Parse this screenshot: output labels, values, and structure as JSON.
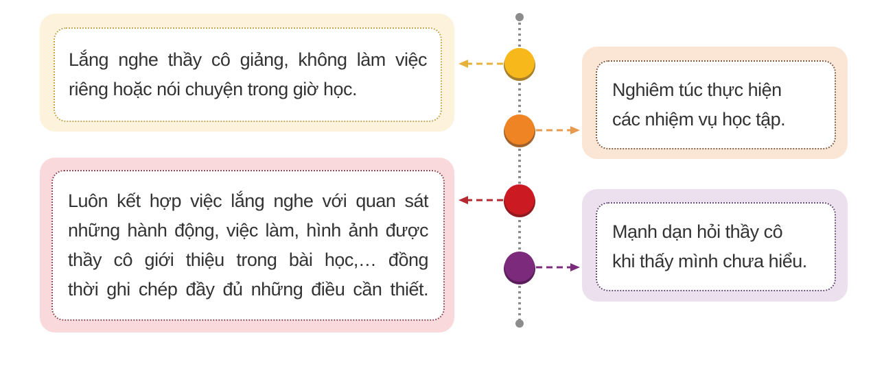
{
  "items": [
    {
      "text_lines": [
        "Lắng nghe thầy cô giảng, không làm việc",
        "riêng hoặc nói chuyện trong giờ học."
      ],
      "color": "#f7b81c",
      "bg": "#fdf3dc",
      "side": "left"
    },
    {
      "text_lines": [
        "Nghiêm túc thực hiện",
        "các nhiệm vụ học tập."
      ],
      "color": "#ef8424",
      "bg": "#fbe6d6",
      "side": "right"
    },
    {
      "text_lines": [
        "Luôn kết hợp việc lắng nghe với quan sát",
        "những hành động, việc làm, hình ảnh được",
        "thầy cô giới thiệu trong bài học,… đồng",
        "thời ghi chép đầy đủ những điều cần thiết."
      ],
      "color": "#cc1a22",
      "bg": "#f9d9db",
      "side": "left"
    },
    {
      "text_lines": [
        "Mạnh dạn hỏi thầy cô",
        "khi thấy mình chưa hiểu."
      ],
      "color": "#7c2a7c",
      "bg": "#ece0ef",
      "side": "right"
    }
  ],
  "timeline_color": "#8c8c8c"
}
